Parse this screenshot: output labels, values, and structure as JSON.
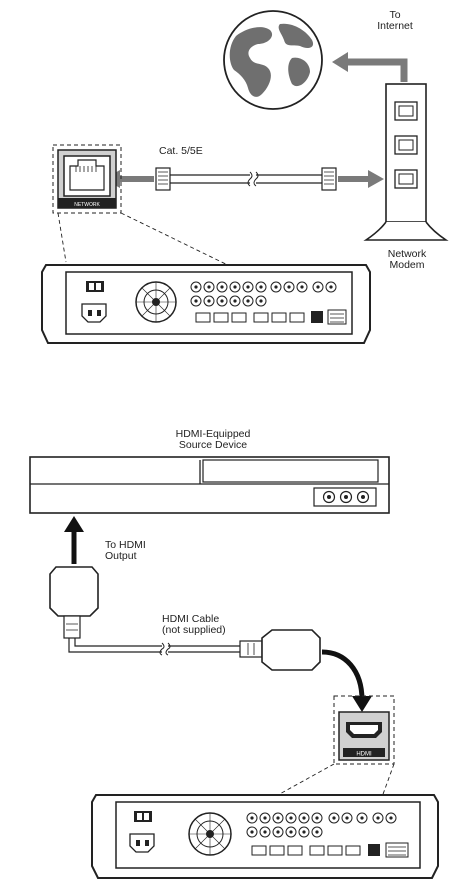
{
  "labels": {
    "to_internet": "To\nInternet",
    "cat_cable": "Cat. 5/5E",
    "network_modem": "Network\nModem",
    "hdmi_source": "HDMI-Equipped\nSource Device",
    "to_hdmi_output": "To HDMI\nOutput",
    "hdmi_cable": "HDMI Cable\n(not supplied)",
    "network_port_tag": "NETWORK",
    "hdmi_port_tag": "HDMI"
  }
}
